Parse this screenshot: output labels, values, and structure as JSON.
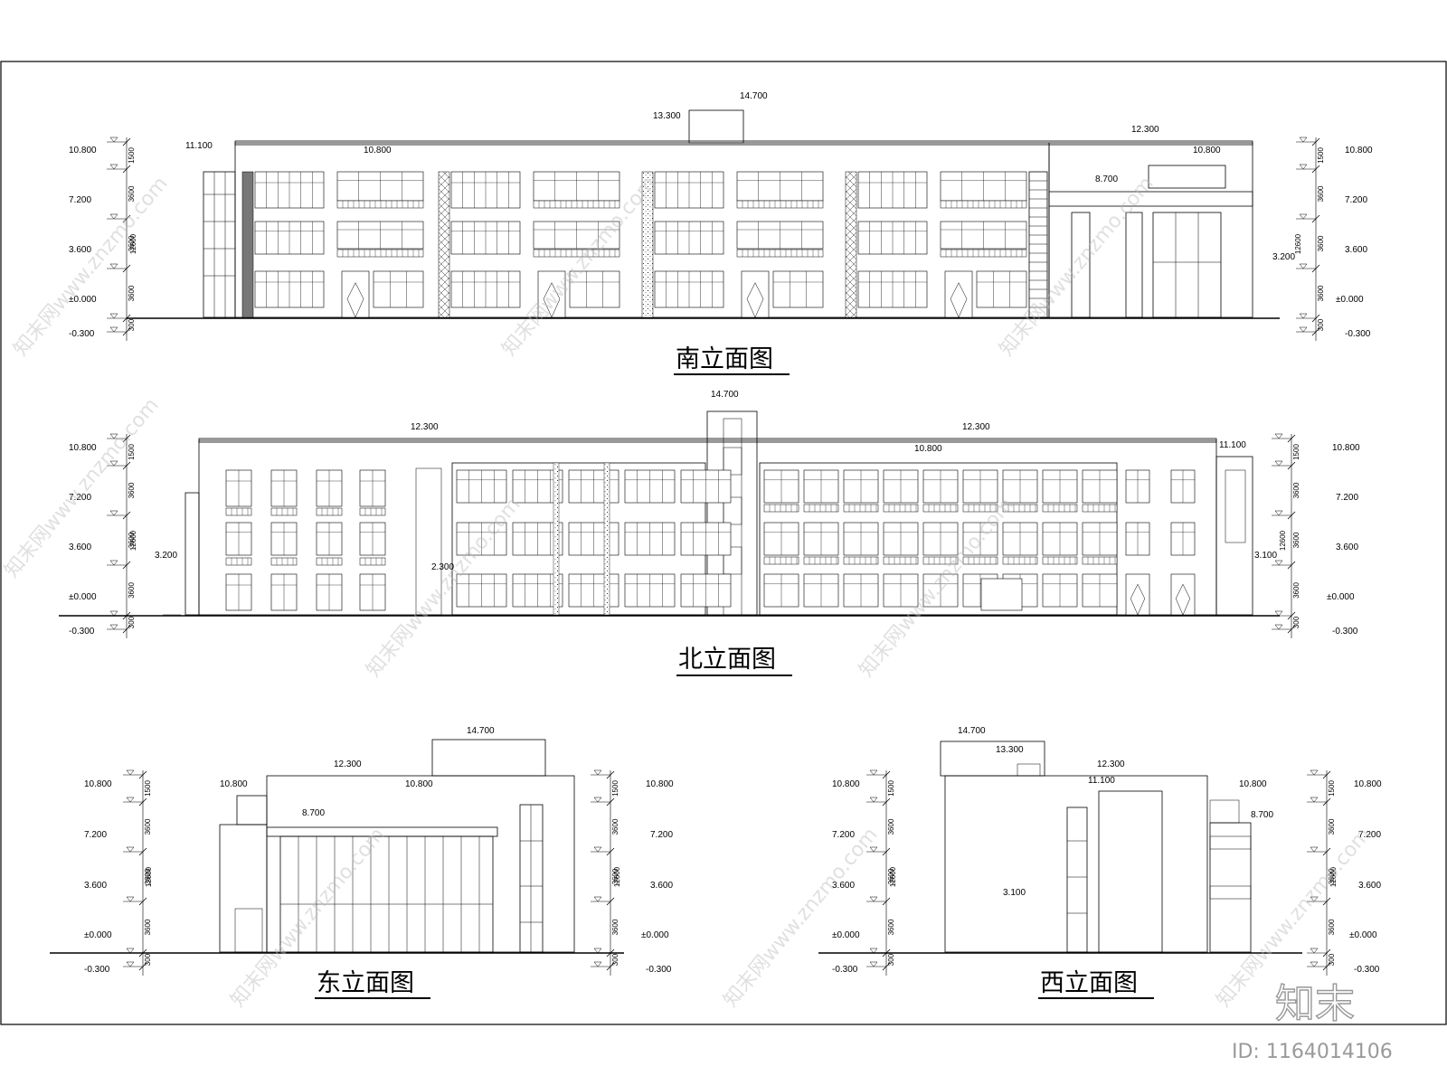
{
  "titles": {
    "south": "南立面图",
    "north": "北立面图",
    "east": "东立面图",
    "west": "西立面图"
  },
  "levels": {
    "l10800": "10.800",
    "l7200": "7.200",
    "l3600": "3.600",
    "l0": "±0.000",
    "lneg": "-0.300",
    "l14700": "14.700",
    "l13300": "13.300",
    "l12300": "12.300",
    "l11100": "11.100",
    "l8700": "8.700",
    "l3200": "3.200",
    "l3100": "3.100",
    "l2300": "2.300"
  },
  "dims": {
    "d1500": "1500",
    "d3600": "3600",
    "d12600": "12600",
    "d300": "300"
  },
  "watermark": {
    "text": "知末网www.znzmo.com",
    "logo": "知末",
    "id": "ID: 1164014106"
  }
}
